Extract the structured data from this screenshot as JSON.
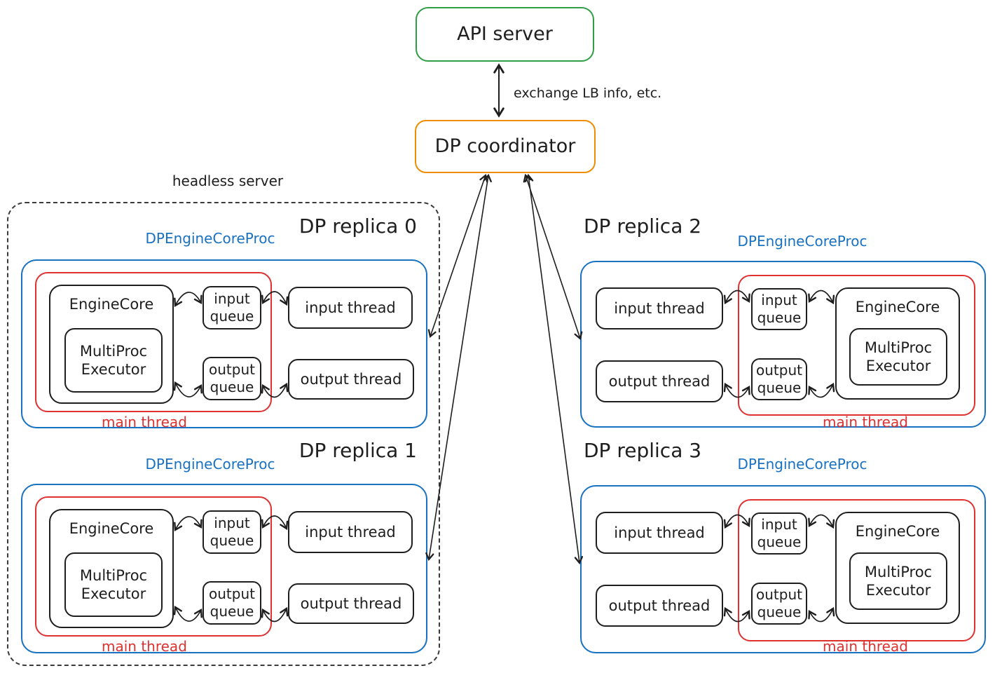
{
  "diagram": {
    "api_server": "API server",
    "coordinator": "DP coordinator",
    "exchange_label": "exchange LB info, etc.",
    "headless_server": "headless server",
    "proc_label": "DPEngineCoreProc",
    "engine_core": "EngineCore",
    "multiproc_executor": "MultiProc Executor",
    "input_queue": "input queue",
    "output_queue": "output queue",
    "input_thread": "input thread",
    "output_thread": "output thread",
    "main_thread": "main thread",
    "replicas": [
      {
        "title": "DP replica 0"
      },
      {
        "title": "DP replica 1"
      },
      {
        "title": "DP replica 2"
      },
      {
        "title": "DP replica 3"
      }
    ],
    "colors": {
      "api_border": "#2f9e44",
      "coordinator_border": "#f08c00",
      "proc_border": "#1971c2",
      "main_thread_border": "#e03131",
      "ink": "#1e1e1e"
    }
  }
}
